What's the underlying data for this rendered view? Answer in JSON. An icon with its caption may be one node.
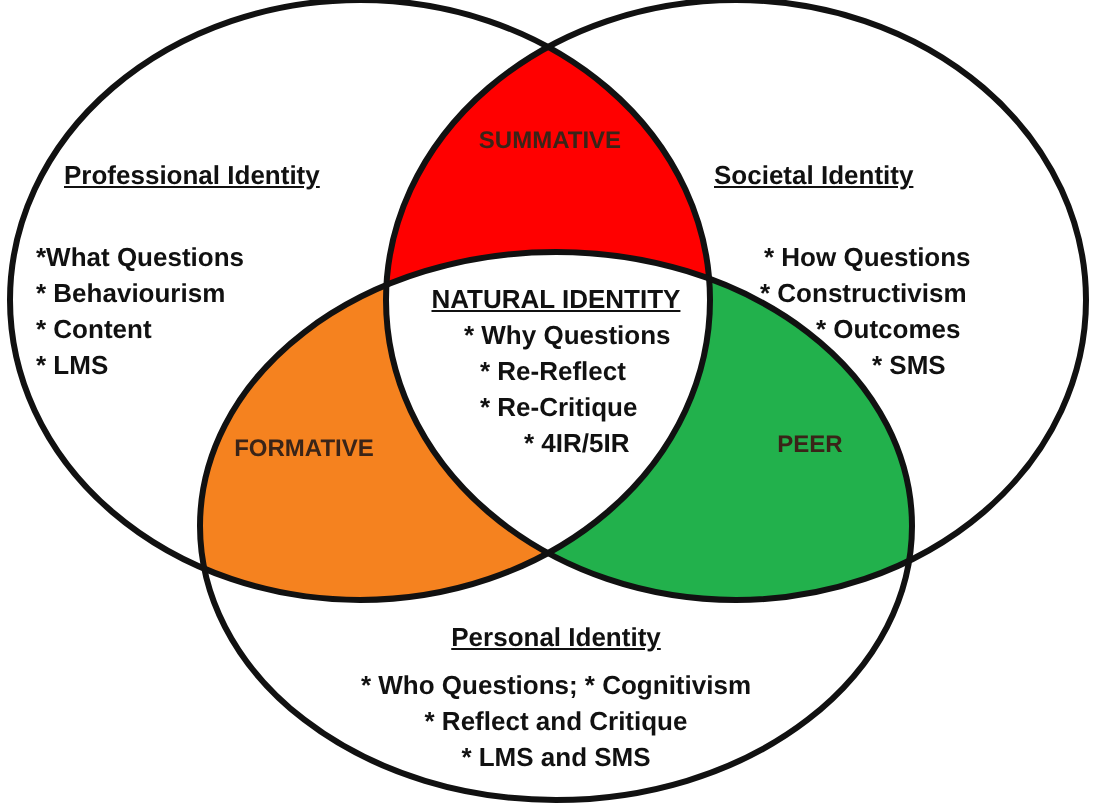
{
  "diagram": {
    "nodes": [
      {
        "text": [
          "Professional Identity",
          "*What Questions",
          "* Behaviourism",
          "* Content",
          "* LMS"
        ]
      },
      {
        "text": [
          "Societal Identity",
          "* How Questions",
          "* Constructivism",
          "* Outcomes",
          "* SMS"
        ]
      },
      {
        "text": [
          "Personal Identity",
          "* Who Questions; * Cognitivism",
          "* Reflect and Critique",
          "* LMS and SMS"
        ]
      },
      {
        "text": [
          "SUMMATIVE"
        ]
      },
      {
        "text": [
          "FORMATIVE"
        ]
      },
      {
        "text": [
          "PEER"
        ]
      },
      {
        "text": [
          "NATURAL IDENTITY",
          "* Why Questions",
          "* Re-Reflect",
          "* Re-Critique",
          "* 4IR/5IR"
        ]
      }
    ]
  }
}
